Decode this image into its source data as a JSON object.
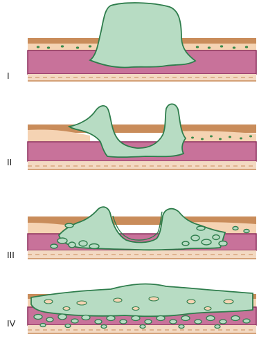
{
  "figure": {
    "stages": [
      {
        "label": "I"
      },
      {
        "label": "II"
      },
      {
        "label": "III"
      },
      {
        "label": "IV"
      }
    ]
  },
  "colors": {
    "tumor_fill": "#b7dcc3",
    "tumor_outline": "#2e7d4c",
    "muscularis": "#c8729a",
    "muscularis_edge": "#8c2f5d",
    "submucosa": "#f5d3b3",
    "mucosa_brown": "#c98c5a",
    "outer_layer": "#f3d9c2",
    "gland_dot": "#3a8a4a"
  }
}
